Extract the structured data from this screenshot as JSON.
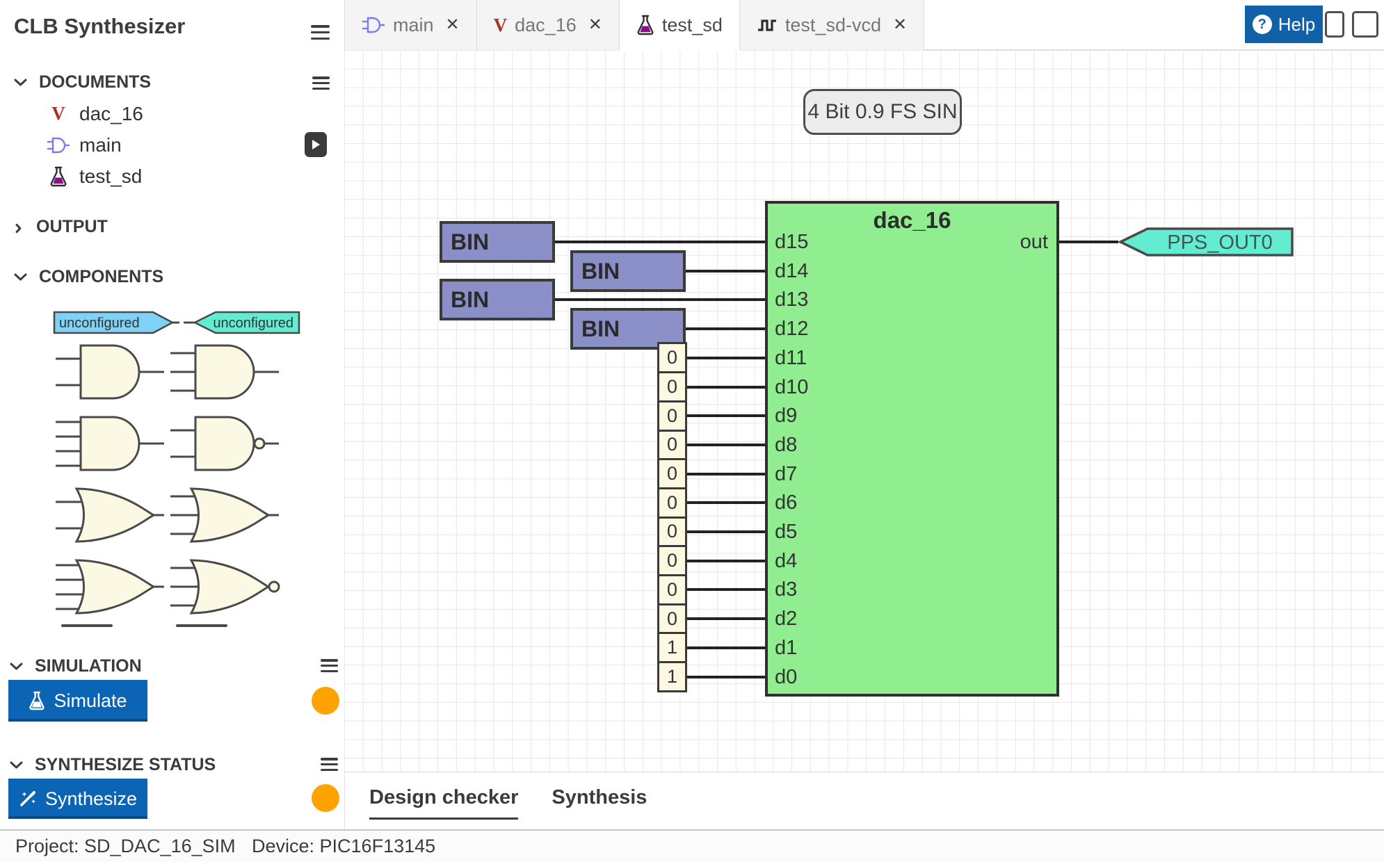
{
  "sidebar": {
    "title": "CLB Synthesizer",
    "title_menu_icon": "hamburger-icon",
    "documents": {
      "label": "DOCUMENTS",
      "menu_icon": "hamburger-icon",
      "items": [
        {
          "label": "dac_16",
          "icon": "verilog-file-icon",
          "run_button": false
        },
        {
          "label": "main",
          "icon": "gate-file-icon",
          "run_button": true
        },
        {
          "label": "test_sd",
          "icon": "flask-file-icon",
          "run_button": false
        }
      ]
    },
    "output": {
      "label": "OUTPUT",
      "collapsed": true
    },
    "components": {
      "label": "COMPONENTS",
      "ports": [
        {
          "label": "unconfigured",
          "direction": "input",
          "color": "#7DD2F5"
        },
        {
          "label": "unconfigured",
          "direction": "output",
          "color": "#62EDD2"
        }
      ],
      "gates": [
        "and-2",
        "and-3",
        "and-4",
        "nand-2",
        "or-2",
        "or-3",
        "or-4",
        "nor-3"
      ]
    },
    "simulation": {
      "label": "SIMULATION",
      "menu_icon": "hamburger-icon",
      "button_label": "Simulate",
      "button_icon": "flask-icon",
      "status_color": "#FFA303"
    },
    "synthesize": {
      "label": "SYNTHESIZE STATUS",
      "menu_icon": "hamburger-icon",
      "button_label": "Synthesize",
      "button_icon": "magic-wand-icon",
      "status_color": "#FFA303"
    }
  },
  "tabs": [
    {
      "label": "main",
      "icon": "gate-file-icon",
      "closable": true,
      "active": false
    },
    {
      "label": "dac_16",
      "icon": "verilog-file-icon",
      "closable": true,
      "active": false
    },
    {
      "label": "test_sd",
      "icon": "flask-file-icon",
      "closable": false,
      "active": true
    },
    {
      "label": "test_sd-vcd",
      "icon": "waveform-file-icon",
      "closable": true,
      "active": false
    }
  ],
  "toolbar": {
    "help_label": "Help",
    "help_icon": "question-circle-icon",
    "panel_toggles": [
      "layout-single-icon",
      "layout-split-icon"
    ]
  },
  "canvas": {
    "annotation_label": "4 Bit 0.9 FS SIN",
    "module": {
      "title": "dac_16",
      "color": "#90EE90",
      "output": {
        "pin": "out",
        "connects_to": "PPS_OUT0"
      },
      "inputs": [
        {
          "pin": "d15",
          "source": "BIN"
        },
        {
          "pin": "d14",
          "source": "BIN"
        },
        {
          "pin": "d13",
          "source": "BIN"
        },
        {
          "pin": "d12",
          "source": "BIN"
        },
        {
          "pin": "d11",
          "source": "0"
        },
        {
          "pin": "d10",
          "source": "0"
        },
        {
          "pin": "d9",
          "source": "0"
        },
        {
          "pin": "d8",
          "source": "0"
        },
        {
          "pin": "d7",
          "source": "0"
        },
        {
          "pin": "d6",
          "source": "0"
        },
        {
          "pin": "d5",
          "source": "0"
        },
        {
          "pin": "d4",
          "source": "0"
        },
        {
          "pin": "d3",
          "source": "0"
        },
        {
          "pin": "d2",
          "source": "0"
        },
        {
          "pin": "d1",
          "source": "1"
        },
        {
          "pin": "d0",
          "source": "1"
        }
      ]
    },
    "output_port_label": "PPS_OUT0"
  },
  "bottom_tabs": [
    {
      "label": "Design checker",
      "active": true
    },
    {
      "label": "Synthesis",
      "active": false
    }
  ],
  "statusbar": {
    "project": "Project: SD_DAC_16_SIM",
    "device": "Device: PIC16F13145"
  },
  "colors": {
    "accent_blue": "#0B64B4",
    "status_orange": "#FFA303",
    "module_green": "#90EE90",
    "bin_purple": "#8A8FC7",
    "gate_fill": "#FBF8E3",
    "port_input_blue": "#7DD2F5",
    "port_output_teal": "#62EDD2"
  }
}
